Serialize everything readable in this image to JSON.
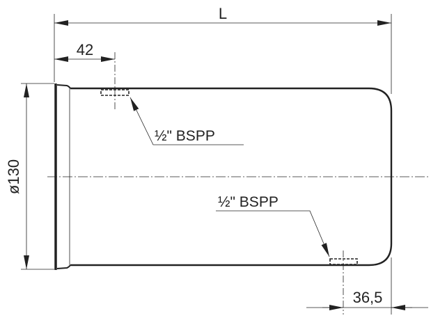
{
  "dimensions": {
    "length": "L",
    "port_offset_top": "42",
    "diameter": "ø130",
    "port_offset_bottom": "36,5"
  },
  "ports": {
    "top_label": "½\" BSPP",
    "bottom_label": "½\" BSPP"
  },
  "colors": {
    "line": "#222222",
    "background": "#ffffff"
  }
}
